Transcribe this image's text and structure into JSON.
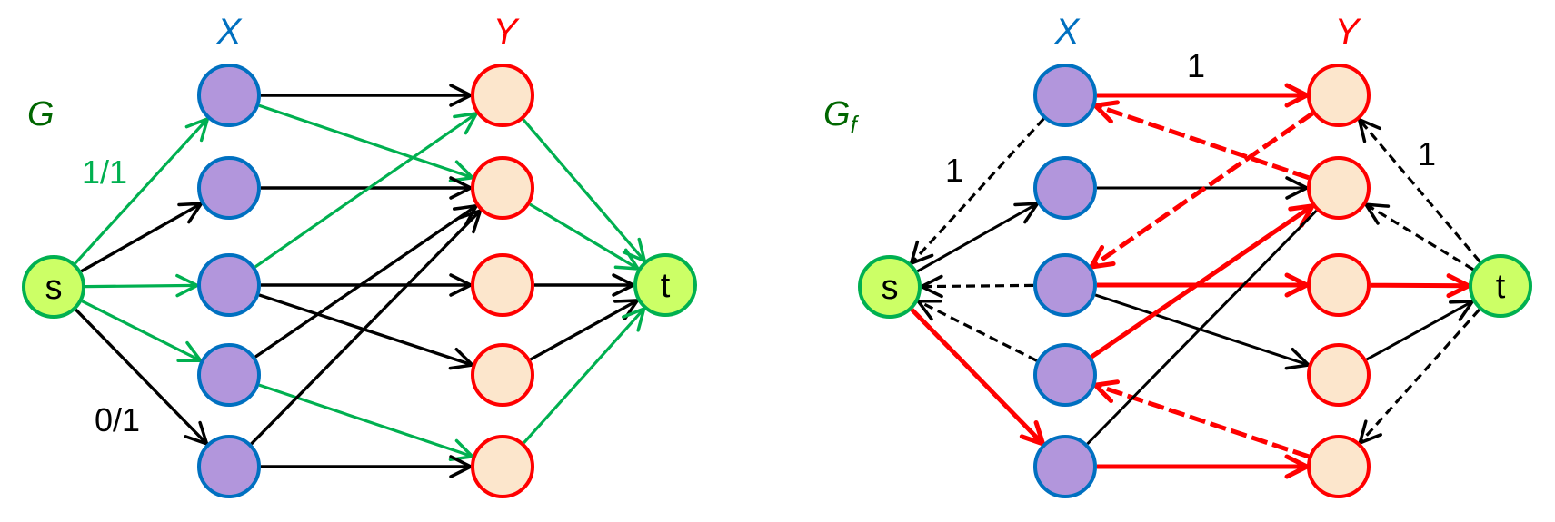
{
  "colors": {
    "x_fill": "#B296DC",
    "x_stroke": "#0070C0",
    "y_fill": "#FCE6CC",
    "y_stroke": "#FF0000",
    "st_fill": "#CCFF66",
    "st_stroke": "#00B050",
    "flow_green": "#00B050",
    "black": "#000000",
    "red": "#FF0000",
    "title_green": "#006600",
    "x_label": "#0070C0",
    "y_label": "#FF0000"
  },
  "graphs": [
    {
      "id": "G",
      "title": "G",
      "title_sub": "",
      "column_labels": {
        "x": "X",
        "y": "Y"
      },
      "source_label": "s",
      "sink_label": "t",
      "edges": [
        {
          "from": "s",
          "to": "x1",
          "style": "green"
        },
        {
          "from": "s",
          "to": "x2",
          "style": "black"
        },
        {
          "from": "s",
          "to": "x3",
          "style": "green"
        },
        {
          "from": "s",
          "to": "x4",
          "style": "green"
        },
        {
          "from": "s",
          "to": "x5",
          "style": "black"
        },
        {
          "from": "x1",
          "to": "y1",
          "style": "black"
        },
        {
          "from": "x1",
          "to": "y2",
          "style": "green"
        },
        {
          "from": "x2",
          "to": "y2",
          "style": "black"
        },
        {
          "from": "x3",
          "to": "y1",
          "style": "green"
        },
        {
          "from": "x3",
          "to": "y3",
          "style": "black"
        },
        {
          "from": "x3",
          "to": "y4",
          "style": "black"
        },
        {
          "from": "x4",
          "to": "y2",
          "style": "black"
        },
        {
          "from": "x4",
          "to": "y5",
          "style": "green"
        },
        {
          "from": "x5",
          "to": "y2",
          "style": "black"
        },
        {
          "from": "x5",
          "to": "y5",
          "style": "black"
        },
        {
          "from": "y1",
          "to": "t",
          "style": "green"
        },
        {
          "from": "y2",
          "to": "t",
          "style": "green"
        },
        {
          "from": "y3",
          "to": "t",
          "style": "black"
        },
        {
          "from": "y4",
          "to": "t",
          "style": "black"
        },
        {
          "from": "y5",
          "to": "t",
          "style": "green"
        }
      ],
      "edge_labels": [
        {
          "text": "1/1",
          "color": "green",
          "edge": "s-x1"
        },
        {
          "text": "0/1",
          "color": "black",
          "edge": "s-x5"
        }
      ]
    },
    {
      "id": "Gf",
      "title": "G",
      "title_sub": "f",
      "column_labels": {
        "x": "X",
        "y": "Y"
      },
      "source_label": "s",
      "sink_label": "t",
      "edges": [
        {
          "from": "x1",
          "to": "s",
          "style": "black-dashed"
        },
        {
          "from": "s",
          "to": "x2",
          "style": "black"
        },
        {
          "from": "x3",
          "to": "s",
          "style": "black-dashed"
        },
        {
          "from": "x4",
          "to": "s",
          "style": "black-dashed"
        },
        {
          "from": "s",
          "to": "x5",
          "style": "red"
        },
        {
          "from": "x1",
          "to": "y1",
          "style": "red"
        },
        {
          "from": "y2",
          "to": "x1",
          "style": "red-dashed"
        },
        {
          "from": "x2",
          "to": "y2",
          "style": "black"
        },
        {
          "from": "y1",
          "to": "x3",
          "style": "red-dashed"
        },
        {
          "from": "x3",
          "to": "y3",
          "style": "red"
        },
        {
          "from": "x3",
          "to": "y4",
          "style": "black"
        },
        {
          "from": "x4",
          "to": "y2",
          "style": "red"
        },
        {
          "from": "y5",
          "to": "x4",
          "style": "red-dashed"
        },
        {
          "from": "x5",
          "to": "y2",
          "style": "black-noarrow"
        },
        {
          "from": "x5",
          "to": "y5",
          "style": "red"
        },
        {
          "from": "t",
          "to": "y1",
          "style": "black-dashed"
        },
        {
          "from": "t",
          "to": "y2",
          "style": "black-dashed"
        },
        {
          "from": "y3",
          "to": "t",
          "style": "red"
        },
        {
          "from": "y4",
          "to": "t",
          "style": "black"
        },
        {
          "from": "t",
          "to": "y5",
          "style": "black-dashed"
        }
      ],
      "edge_labels": [
        {
          "text": "1",
          "color": "black",
          "edge": "x1-s"
        },
        {
          "text": "1",
          "color": "black",
          "edge": "x1-y1"
        },
        {
          "text": "1",
          "color": "black",
          "edge": "t-y1"
        }
      ]
    }
  ]
}
